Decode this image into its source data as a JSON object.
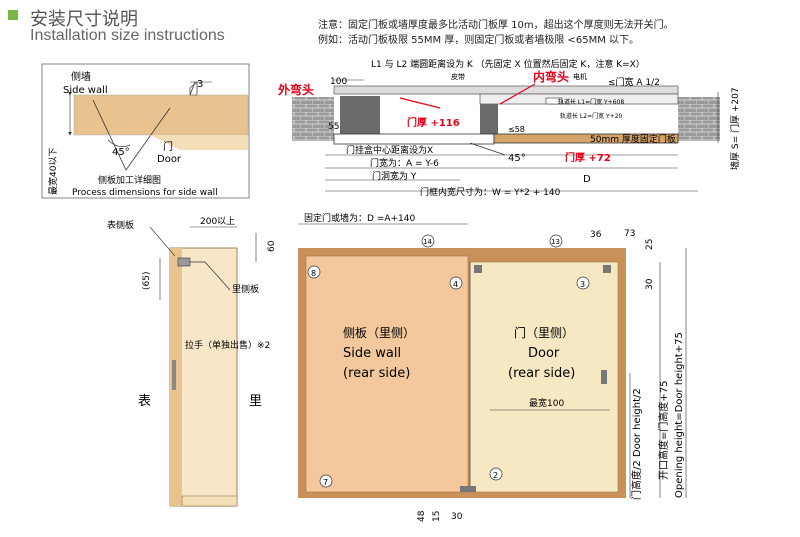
{
  "header": {
    "title_cn": "安装尺寸说明",
    "title_en": "Installation size instructions",
    "accent_color": "#7ab648"
  },
  "notes": {
    "line1": "注意：固定门板或墙厚度最多比活动门板厚 10m，超出这个厚度则无法开关门。",
    "line2": "例如：活动门板极限 55MM 厚，则固定门板或者墙极限 <65MM 以下。"
  },
  "detail_side": {
    "wall_label_cn": "侧墙",
    "wall_label_en": "Side wall",
    "dim_3": "3",
    "angle": "45°",
    "door_cn": "门",
    "door_en": "Door",
    "max_width": "最宽40以下",
    "caption_cn": "侧板加工详细图",
    "caption_en": "Process dimensions for side wall"
  },
  "plan": {
    "top_label": "L1 与 L2 端圆距离设为 K （先固定 X 位置然后固定 K，注意 K=X）",
    "dim_100": "100",
    "outer_bend": "外弯头",
    "inner_bend": "内弯头",
    "belt": "皮带",
    "motor": "电机",
    "half_door": "≤门宽 A 1/2",
    "track_l1": "轨道长 L1=门宽 Y+608",
    "track_l2": "轨道长 L2=门宽 Y+20",
    "dim_55": "55",
    "dim_58": "≤58",
    "door_thick_116": "门厚 +116",
    "door_thick_72": "门厚 +72",
    "fixed_panel": "50mm 厚度固定门板",
    "wall_thick": "墙厚 S= 门厚 +207",
    "hang_center": "门挂盒中心距离设为X",
    "door_width_a": "门宽为：A = Y-6",
    "opening_y": "门洞宽为 Y",
    "label_d": "D",
    "frame_inner": "门框内宽尺寸为：W = Y*2 + 140",
    "angle": "45°"
  },
  "side_view": {
    "outer_panel": "表侧板",
    "dim_200": "200以上",
    "dim_60": "60",
    "dim_65": "(65)",
    "inner_panel": "里侧板",
    "handle": "拉手（单独出售）※2",
    "front": "表",
    "back": "里"
  },
  "elevation": {
    "fixed_width": "固定门或墙为：D =A+140",
    "dim_36": "36",
    "dim_73": "73",
    "dim_25": "25",
    "dim_30": "30",
    "side_wall_cn": "侧板（里侧）",
    "side_wall_en1": "Side wall",
    "side_wall_en2": "(rear side)",
    "door_cn": "门（里侧）",
    "door_en1": "Door",
    "door_en2": "(rear side)",
    "max_width_100": "最宽100",
    "half_height": "门高度/2  Door height/2",
    "opening_cn": "开口高度=门高度+75",
    "opening_en": "Opening height=Door height+75",
    "dim_48": "48",
    "dim_15": "15",
    "dim_30b": "30",
    "num_2": "2",
    "num_3": "3",
    "num_4": "4",
    "num_7": "7",
    "num_8": "8",
    "num_13": "13",
    "num_14": "14"
  }
}
